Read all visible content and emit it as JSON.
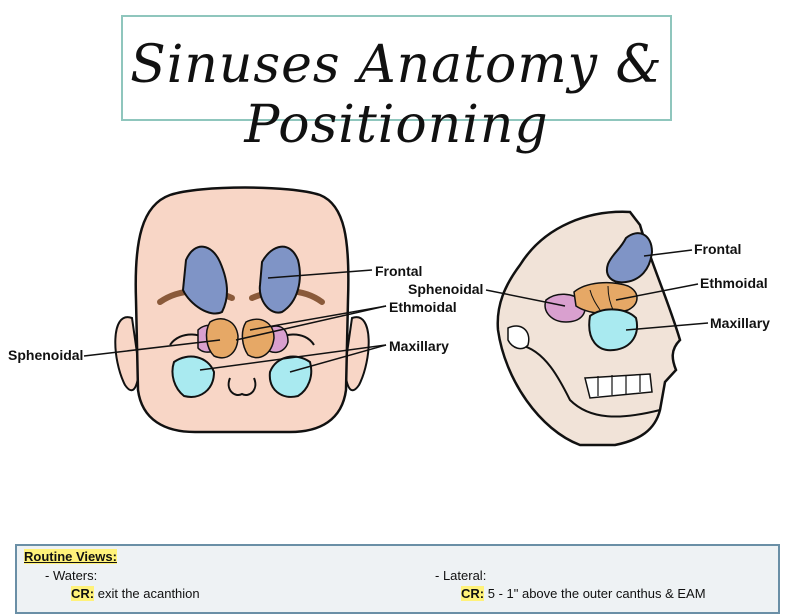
{
  "title": "Sinuses Anatomy & Positioning",
  "front_labels": {
    "frontal": "Frontal",
    "ethmoidal": "Ethmoidal",
    "maxillary": "Maxillary",
    "sphenoidal": "Sphenoidal"
  },
  "side_labels": {
    "frontal": "Frontal",
    "sphenoidal": "Sphenoidal",
    "ethmoidal": "Ethmoidal",
    "maxillary": "Maxillary"
  },
  "notes": {
    "heading": "Routine Views:",
    "waters": "- Waters:",
    "waters_cr_label": "CR:",
    "waters_cr_text": "exit the acanthion",
    "lateral": "- Lateral:",
    "lateral_cr_label": "CR:",
    "lateral_cr_text": "5 - 1\" above the outer canthus & EAM"
  },
  "colors": {
    "frontal": "#7f94c6",
    "ethmoidal": "#e6a866",
    "maxillary": "#a9eaf0",
    "sphenoidal": "#d9a0cf",
    "skin": "#f8d6c6",
    "title_border": "#8fc6bd"
  }
}
